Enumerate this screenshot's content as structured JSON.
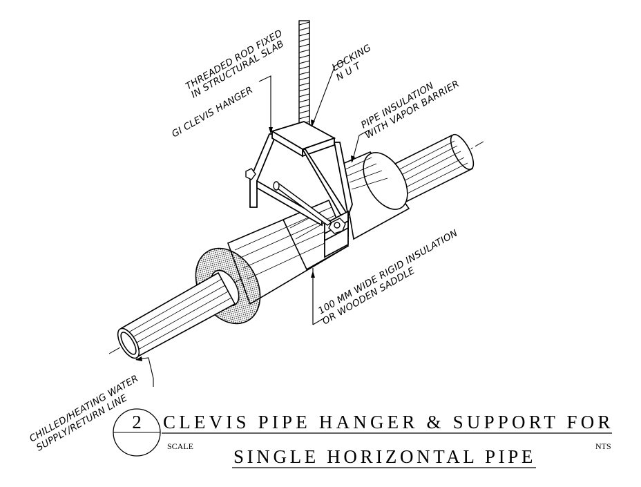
{
  "labels": {
    "threaded_rod_line1": "THREADED ROD FIXED",
    "threaded_rod_line2": "IN STRUCTURAL SLAB",
    "locking_nut_line1": "LOCKING",
    "locking_nut_line2": "N U T",
    "clevis_hanger": "GI CLEVIS HANGER",
    "pipe_insulation_line1": "PIPE INSULATION",
    "pipe_insulation_line2": "WITH VAPOR BARRIER",
    "rigid_insulation_line1": "100 MM WIDE RIGID INSULATION",
    "rigid_insulation_line2": "OR WOODEN SADDLE",
    "water_line_line1": "CHILLED/HEATING WATER",
    "water_line_line2": "SUPPLY/RETURN LINE"
  },
  "title_block": {
    "detail_number": "2",
    "title_line1": "CLEVIS PIPE HANGER & SUPPORT FOR",
    "title_line2": "SINGLE HORIZONTAL PIPE",
    "scale_label": "SCALE",
    "scale_value": "NTS"
  }
}
